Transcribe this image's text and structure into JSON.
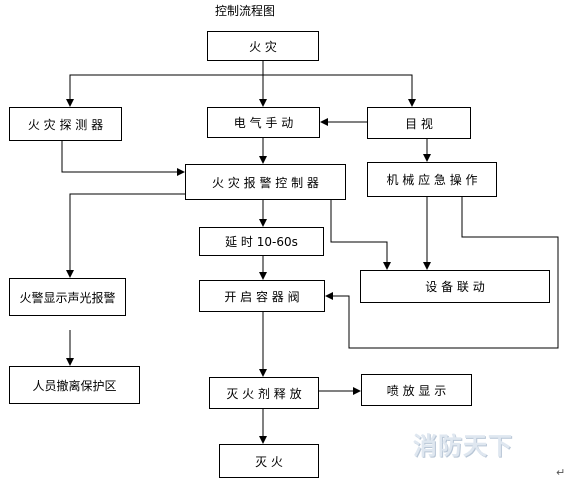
{
  "title": "控制流程图",
  "nodes": {
    "fire": "火 灾",
    "detector": "火 灾 探 测 器",
    "manual": "电 气 手 动",
    "visual": "目 视",
    "alarm_controller": "火 灾 报 警 控 制 器",
    "mechanical": "机 械 应 急 操 作",
    "delay": "延 时 10-60s",
    "sound_light_alarm": "火警显示声光报警",
    "equipment_linkage": "设 备 联 动",
    "open_valve": "开 启 容 器 阀",
    "evacuate": "人员撤离保护区",
    "release_agent": "灭 火 剂 释 放",
    "spray_display": "喷 放 显 示",
    "extinguish": "灭 火"
  },
  "watermark": "消防天下",
  "return_mark": "↵"
}
